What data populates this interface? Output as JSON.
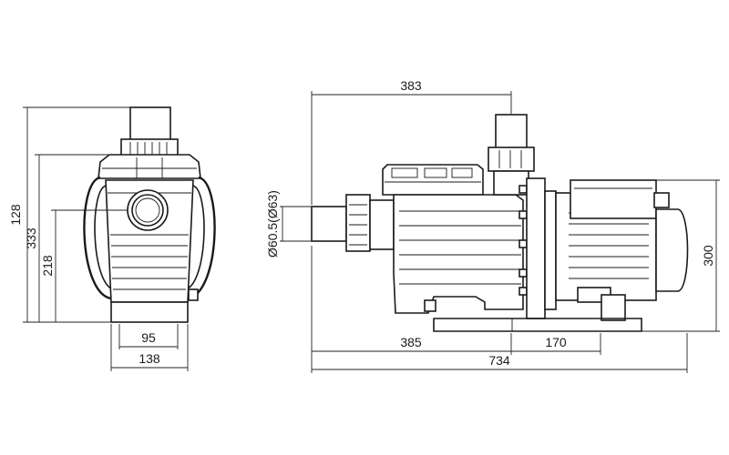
{
  "dimensions": {
    "front_total_height": "128",
    "front_mid_height": "333",
    "front_inlet_height": "218",
    "front_inner_width": "95",
    "front_base_width": "138",
    "side_outlet_offset": "383",
    "side_inlet_diameter": "Ø60.5(Ø63)",
    "side_total_height": "300",
    "side_foot_offset": "385",
    "side_foot_spacing": "170",
    "side_total_length": "734"
  }
}
